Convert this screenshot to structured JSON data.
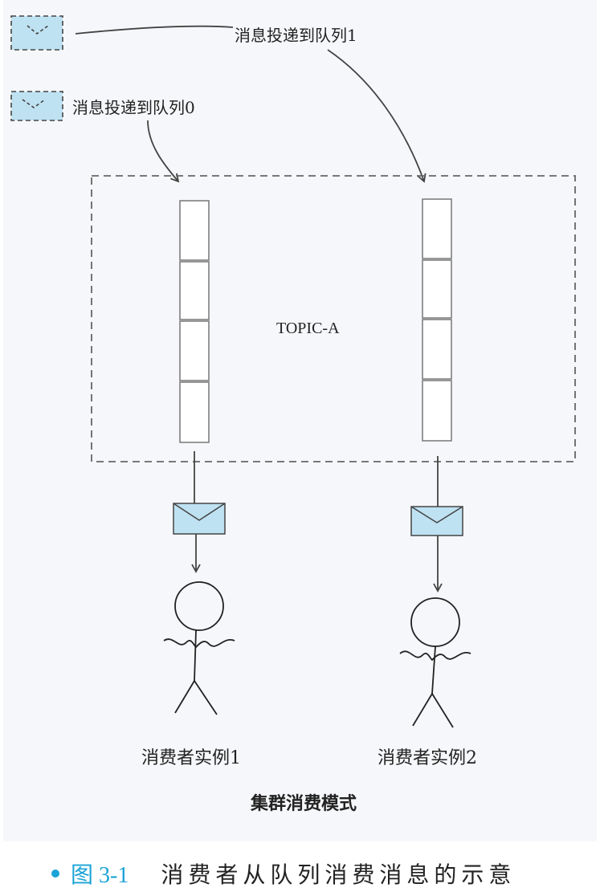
{
  "labels": {
    "queue1_delivery": "消息投递到队列1",
    "queue0_delivery": "消息投递到队列0",
    "topic": "TOPIC-A",
    "consumer1": "消费者实例1",
    "consumer2": "消费者实例2",
    "mode": "集群消费模式"
  },
  "caption": {
    "number": "图 3-1",
    "text": "消费者从队列消费消息的示意"
  },
  "colors": {
    "envelope_fill": "#bfe2f2",
    "caption_accent": "#1aa3d6",
    "background": "#f6f7fa"
  },
  "icons": [
    "envelope-icon",
    "stick-figure-icon",
    "arrow-icon"
  ]
}
